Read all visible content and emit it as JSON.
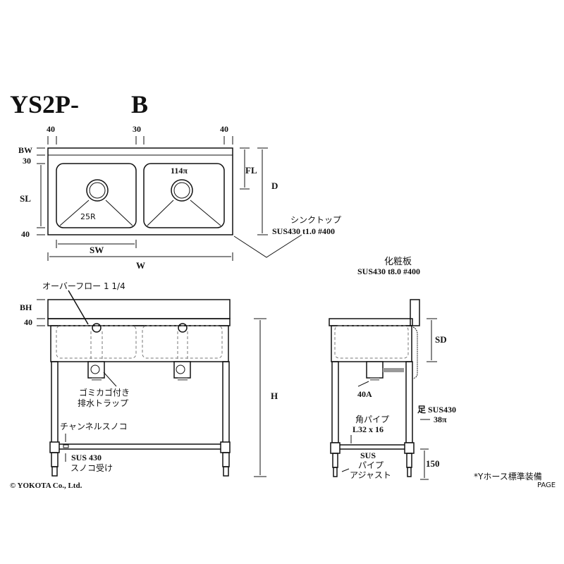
{
  "title": {
    "model": "YS2P-",
    "suffix": "B"
  },
  "top_view": {
    "dims_top": [
      "40",
      "30",
      "40"
    ],
    "dims_left": [
      "BW",
      "30",
      "SL",
      "40"
    ],
    "sw": "SW",
    "w": "W",
    "fl": "FL",
    "d": "D",
    "drain": "114π",
    "radius": "25R",
    "sink_top_label": "シンクトップ",
    "sink_top_spec": "SUS430 t1.0 #400"
  },
  "front_view": {
    "overflow": "オーバーフロー 1 1/4",
    "bh": "BH",
    "dim40": "40",
    "h": "H",
    "trap_line1": "ゴミカゴ付き",
    "trap_line2": "排水トラップ",
    "channel": "チャンネルスノコ",
    "sus430": "SUS 430",
    "sunoko": "スノコ受け"
  },
  "side_view": {
    "panel_label": "化粧板",
    "panel_spec": "SUS430 t8.0 #400",
    "sd": "SD",
    "drain_size": "40A",
    "pipe_label": "角パイプ",
    "pipe_size": "L32 x 16",
    "leg_label": "足 SUS430",
    "leg_size": "38π",
    "adjust1": "SUS",
    "adjust2": "パイプ",
    "adjust3": "アジャスト",
    "h150": "150"
  },
  "footer": {
    "copyright": "© YOKOTA Co., Ltd.",
    "note": "*Yホース標準装備",
    "page": "PAGE"
  }
}
